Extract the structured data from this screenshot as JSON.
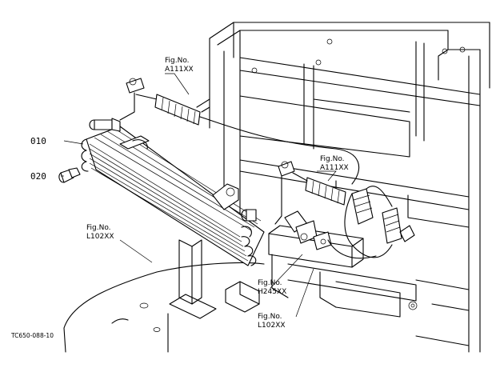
{
  "callouts": {
    "p010": "010",
    "p020": "020"
  },
  "refs": {
    "r1": {
      "label": "Fig.No.",
      "num": "A111XX"
    },
    "r2": {
      "label": "Fig.No.",
      "num": "A111XX"
    },
    "r3": {
      "label": "Fig.No.",
      "num": "L102XX"
    },
    "r4": {
      "label": "Fig.No.",
      "num": "H245XX"
    },
    "r5": {
      "label": "Fig.No.",
      "num": "L102XX"
    }
  },
  "drawing_code": "TC650-088-10"
}
